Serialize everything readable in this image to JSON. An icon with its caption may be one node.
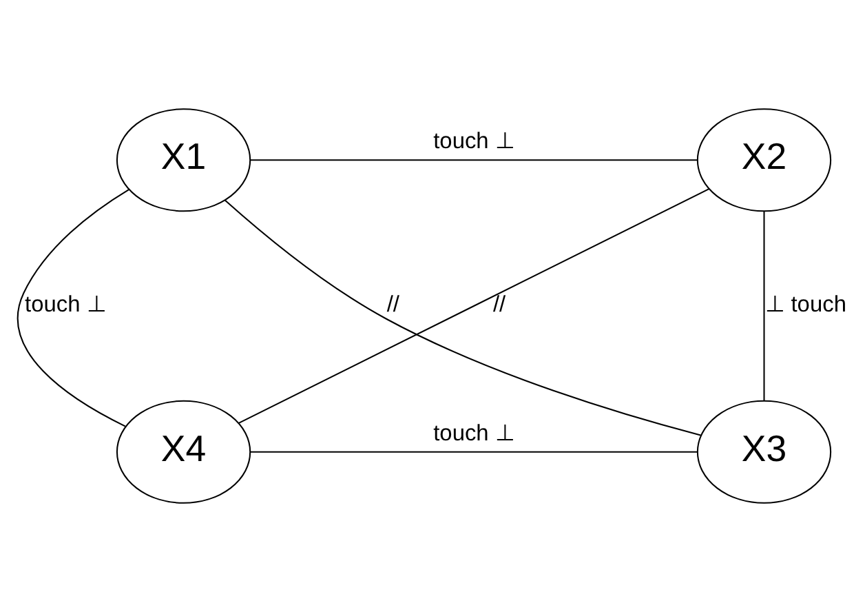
{
  "diagram": {
    "nodes": [
      {
        "text": [
          "X1"
        ]
      },
      {
        "text": [
          "X2"
        ]
      },
      {
        "text": [
          "X3"
        ]
      },
      {
        "text": [
          "X4"
        ]
      }
    ],
    "edges": [
      {
        "from": 0,
        "to": 1,
        "arrow": "none",
        "label": "touch ⊥"
      },
      {
        "from": 0,
        "to": 3,
        "arrow": "none",
        "label": "touch ⊥"
      },
      {
        "from": 1,
        "to": 2,
        "arrow": "none",
        "label": "⊥ touch"
      },
      {
        "from": 3,
        "to": 2,
        "arrow": "none",
        "label": "touch ⊥"
      },
      {
        "from": 0,
        "to": 2,
        "arrow": "none",
        "label": "//"
      },
      {
        "from": 1,
        "to": 3,
        "arrow": "none",
        "label": "//"
      }
    ]
  }
}
